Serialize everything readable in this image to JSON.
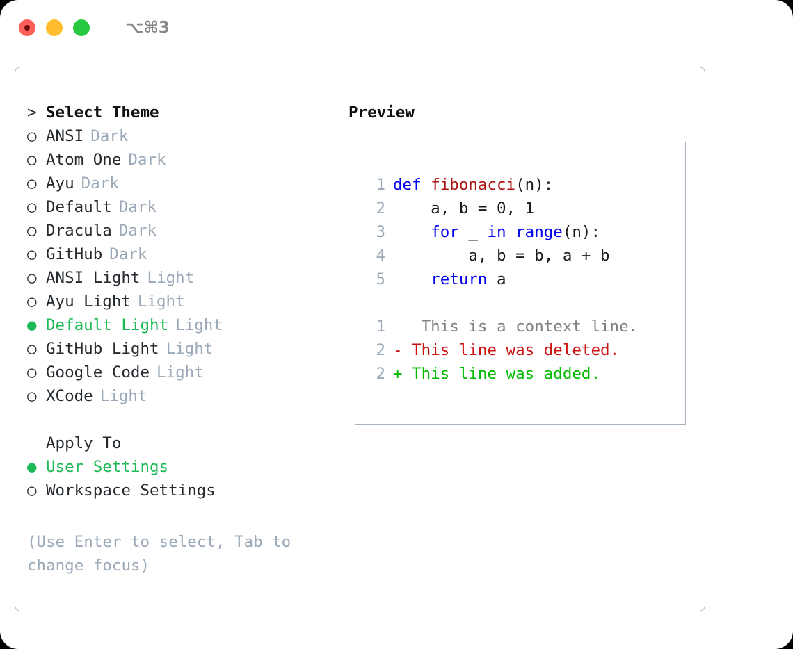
{
  "titlebar": {
    "dots": [
      {
        "name": "close",
        "color": "#ff6059"
      },
      {
        "name": "minimize",
        "color": "#febc2e"
      },
      {
        "name": "zoom",
        "color": "#28c840"
      }
    ],
    "shortcut": "⌥⌘3"
  },
  "theme_picker": {
    "header_prompt": ">",
    "header": "Select Theme",
    "selected_index": 8,
    "bullet_unselected": "○",
    "bullet_selected": "●",
    "items": [
      {
        "name": "ANSI",
        "variant": "Dark",
        "selected": false
      },
      {
        "name": "Atom One",
        "variant": "Dark",
        "selected": false
      },
      {
        "name": "Ayu",
        "variant": "Dark",
        "selected": false
      },
      {
        "name": "Default",
        "variant": "Dark",
        "selected": false
      },
      {
        "name": "Dracula",
        "variant": "Dark",
        "selected": false
      },
      {
        "name": "GitHub",
        "variant": "Dark",
        "selected": false
      },
      {
        "name": "ANSI Light",
        "variant": "Light",
        "selected": false
      },
      {
        "name": "Ayu Light",
        "variant": "Light",
        "selected": false
      },
      {
        "name": "Default Light",
        "variant": "Light",
        "selected": true
      },
      {
        "name": "GitHub Light",
        "variant": "Light",
        "selected": false
      },
      {
        "name": "Google Code",
        "variant": "Light",
        "selected": false
      },
      {
        "name": "XCode",
        "variant": "Light",
        "selected": false
      }
    ]
  },
  "apply_to": {
    "header": "Apply To",
    "items": [
      {
        "name": "User Settings",
        "selected": true
      },
      {
        "name": "Workspace Settings",
        "selected": false
      }
    ]
  },
  "hint": "(Use Enter to select, Tab to change focus)",
  "preview": {
    "title": "Preview",
    "code_lines": [
      {
        "num": "1",
        "tokens": [
          {
            "t": "def ",
            "c": "kw"
          },
          {
            "t": "fibonacci",
            "c": "fn"
          },
          {
            "t": "(n):",
            "c": "plain"
          }
        ]
      },
      {
        "num": "2",
        "tokens": [
          {
            "t": "    a, b = 0, 1",
            "c": "plain"
          }
        ]
      },
      {
        "num": "3",
        "tokens": [
          {
            "t": "    ",
            "c": "plain"
          },
          {
            "t": "for",
            "c": "kw"
          },
          {
            "t": " _ ",
            "c": "plain"
          },
          {
            "t": "in",
            "c": "kw"
          },
          {
            "t": " ",
            "c": "plain"
          },
          {
            "t": "range",
            "c": "bi"
          },
          {
            "t": "(n):",
            "c": "plain"
          }
        ]
      },
      {
        "num": "4",
        "tokens": [
          {
            "t": "        a, b = b, a + b",
            "c": "plain"
          }
        ]
      },
      {
        "num": "5",
        "tokens": [
          {
            "t": "    ",
            "c": "plain"
          },
          {
            "t": "return",
            "c": "kw"
          },
          {
            "t": " a",
            "c": "plain"
          }
        ]
      }
    ],
    "diff_lines": [
      {
        "num": "1",
        "marker": " ",
        "text": "  This is a context line.",
        "kind": "ctx"
      },
      {
        "num": "2",
        "marker": "-",
        "text": " This line was deleted.",
        "kind": "del"
      },
      {
        "num": "2",
        "marker": "+",
        "text": " This line was added.",
        "kind": "add"
      }
    ]
  },
  "colors": {
    "accent_green": "#1db954",
    "muted": "#9aa8b8",
    "border": "#a7b2c0",
    "keyword": "#0000ee",
    "function": "#aa1111",
    "diff_deleted": "#cc1111",
    "diff_added": "#00bb00"
  }
}
